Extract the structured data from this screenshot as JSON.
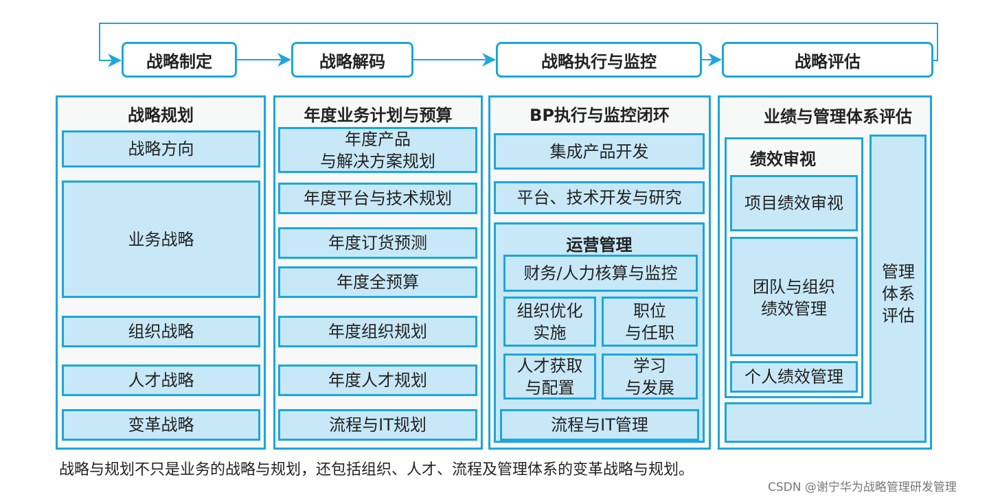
{
  "flow": [
    "战略制定",
    "战略解码",
    "战略执行与监控",
    "战略评估"
  ],
  "col1": {
    "title": "战略规划",
    "items": [
      "战略方向",
      "业务战略",
      "组织战略",
      "人才战略",
      "变革战略"
    ]
  },
  "col2": {
    "title": "年度业务计划与预算",
    "items": [
      "年度产品\n与解决方案规划",
      "年度平台与技术规划",
      "年度订货预测",
      "年度全预算",
      "年度组织规划",
      "年度人才规划",
      "流程与IT规划"
    ]
  },
  "col3": {
    "title": "BP执行与监控闭环",
    "items": [
      "集成产品开发",
      "平台、技术开发与研究"
    ],
    "ops": {
      "title": "运营管理",
      "items": [
        "财务/人力核算与监控",
        "组织优化\n实施",
        "职位\n与任职",
        "人才获取\n与配置",
        "学习\n与发展"
      ]
    },
    "last": "流程与IT管理"
  },
  "col4": {
    "title": "业绩与管理体系评估",
    "review": {
      "title": "绩效审视",
      "items": [
        "项目绩效审视",
        "团队与组织\n绩效管理",
        "个人绩效管理"
      ]
    },
    "mgmt": "管理\n体系\n评估"
  },
  "caption": "战略与规划不只是业务的战略与规划，还包括组织、人才、流程及管理体系的变革战略与规划。",
  "watermark": "CSDN @谢宁华为战略管理研发管理"
}
